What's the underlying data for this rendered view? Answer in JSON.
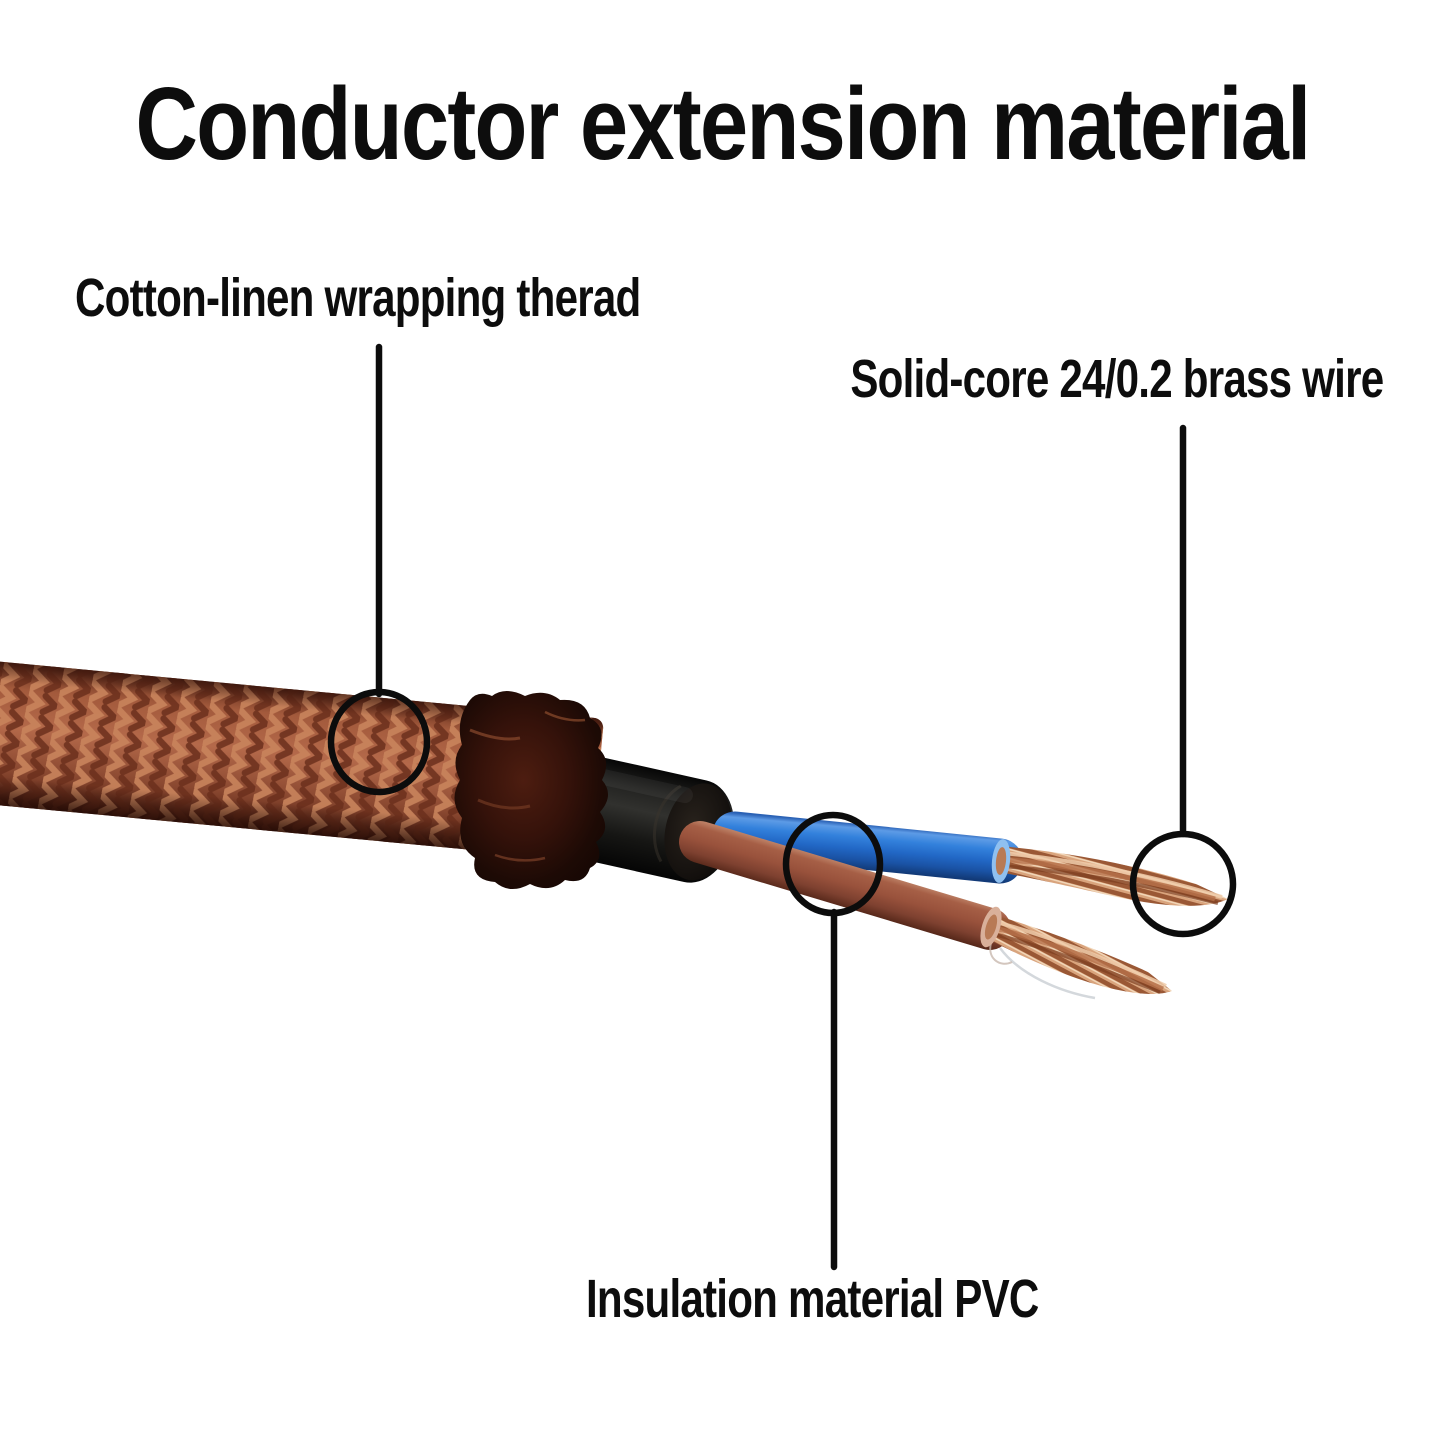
{
  "title": "Conductor extension material",
  "annotations": {
    "braid": {
      "label": "Cotton-linen wrapping therad"
    },
    "brass": {
      "label": "Solid-core 24/0.2 brass wire"
    },
    "insulation": {
      "label": "Insulation material PVC"
    }
  },
  "colors": {
    "background": "#ffffff",
    "text": "#0d0d0d",
    "annotation_line": "#0c0c0c",
    "braid_copper_mid": "#a35a3c",
    "braid_copper_light": "#c9845c",
    "braid_copper_dark": "#5c2817",
    "frayed_edge": "#35120a",
    "jacket_black": "#141414",
    "wire_blue": "#2e75d8",
    "wire_brown": "#9d5440",
    "copper_strand_light": "#d9a47d",
    "copper_strand_dark": "#9a5835"
  }
}
